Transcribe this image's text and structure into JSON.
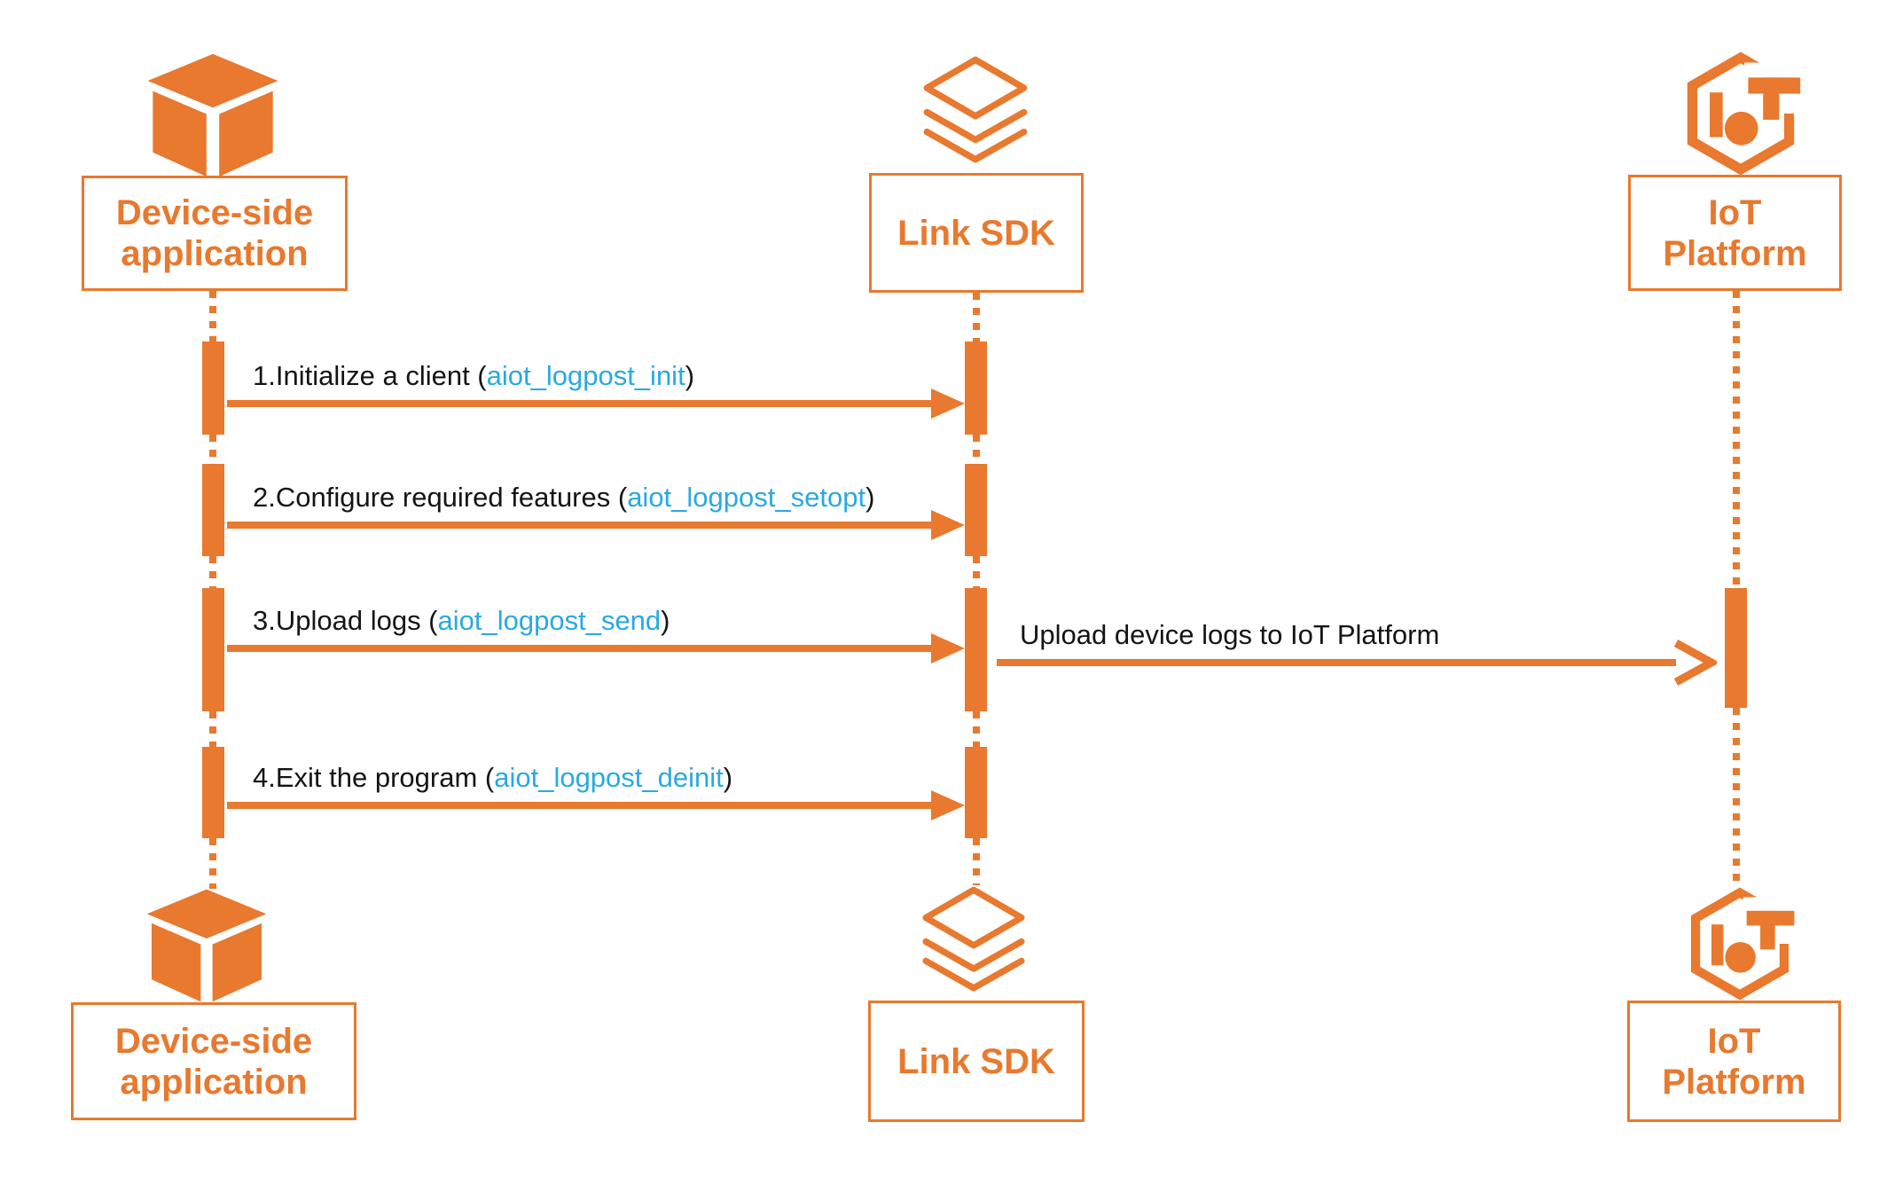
{
  "colors": {
    "accent_orange": "#E8792E",
    "api_link_blue": "#29A9E0",
    "message_text": "#141414"
  },
  "actors": {
    "device": {
      "line1": "Device-side",
      "line2": "application",
      "icon": "cube-icon"
    },
    "sdk": {
      "label": "Link SDK",
      "icon": "layers-icon"
    },
    "platform": {
      "line1": "IoT",
      "line2": "Platform",
      "icon": "iot-hexagon-icon"
    }
  },
  "messages": [
    {
      "from": "Device-side application",
      "to": "Link SDK",
      "prefix": "1.Initialize a client (",
      "api": "aiot_logpost_init",
      "suffix": ")",
      "arrowhead": "solid"
    },
    {
      "from": "Device-side application",
      "to": "Link SDK",
      "prefix": "2.Configure required features (",
      "api": "aiot_logpost_setopt",
      "suffix": ")",
      "arrowhead": "solid"
    },
    {
      "from": "Device-side application",
      "to": "Link SDK",
      "prefix": "3.Upload logs (",
      "api": "aiot_logpost_send",
      "suffix": ")",
      "arrowhead": "solid"
    },
    {
      "from": "Link SDK",
      "to": "IoT Platform",
      "text": "Upload device logs to IoT Platform",
      "arrowhead": "open"
    },
    {
      "from": "Device-side application",
      "to": "Link SDK",
      "prefix": "4.Exit the program (",
      "api": "aiot_logpost_deinit",
      "suffix": ")",
      "arrowhead": "solid"
    }
  ]
}
